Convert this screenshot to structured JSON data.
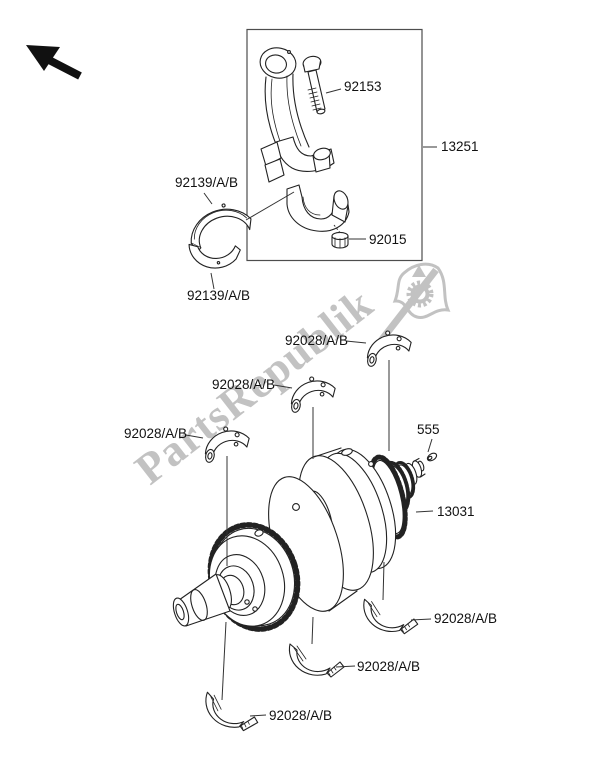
{
  "colors": {
    "line": "#222222",
    "label": "#111111",
    "watermark": "#c2c2c2"
  },
  "watermark": {
    "text": "PartsRepublik"
  },
  "labels": [
    {
      "text": "92139/A/B"
    },
    {
      "text": "92139/A/B"
    },
    {
      "text": "92153"
    },
    {
      "text": "13251"
    },
    {
      "text": "92015"
    },
    {
      "text": "92028/A/B"
    },
    {
      "text": "92028/A/B"
    },
    {
      "text": "92028/A/B"
    },
    {
      "text": "555"
    },
    {
      "text": "13031"
    },
    {
      "text": "92028/A/B"
    },
    {
      "text": "92028/A/B"
    },
    {
      "text": "92028/A/B"
    }
  ]
}
